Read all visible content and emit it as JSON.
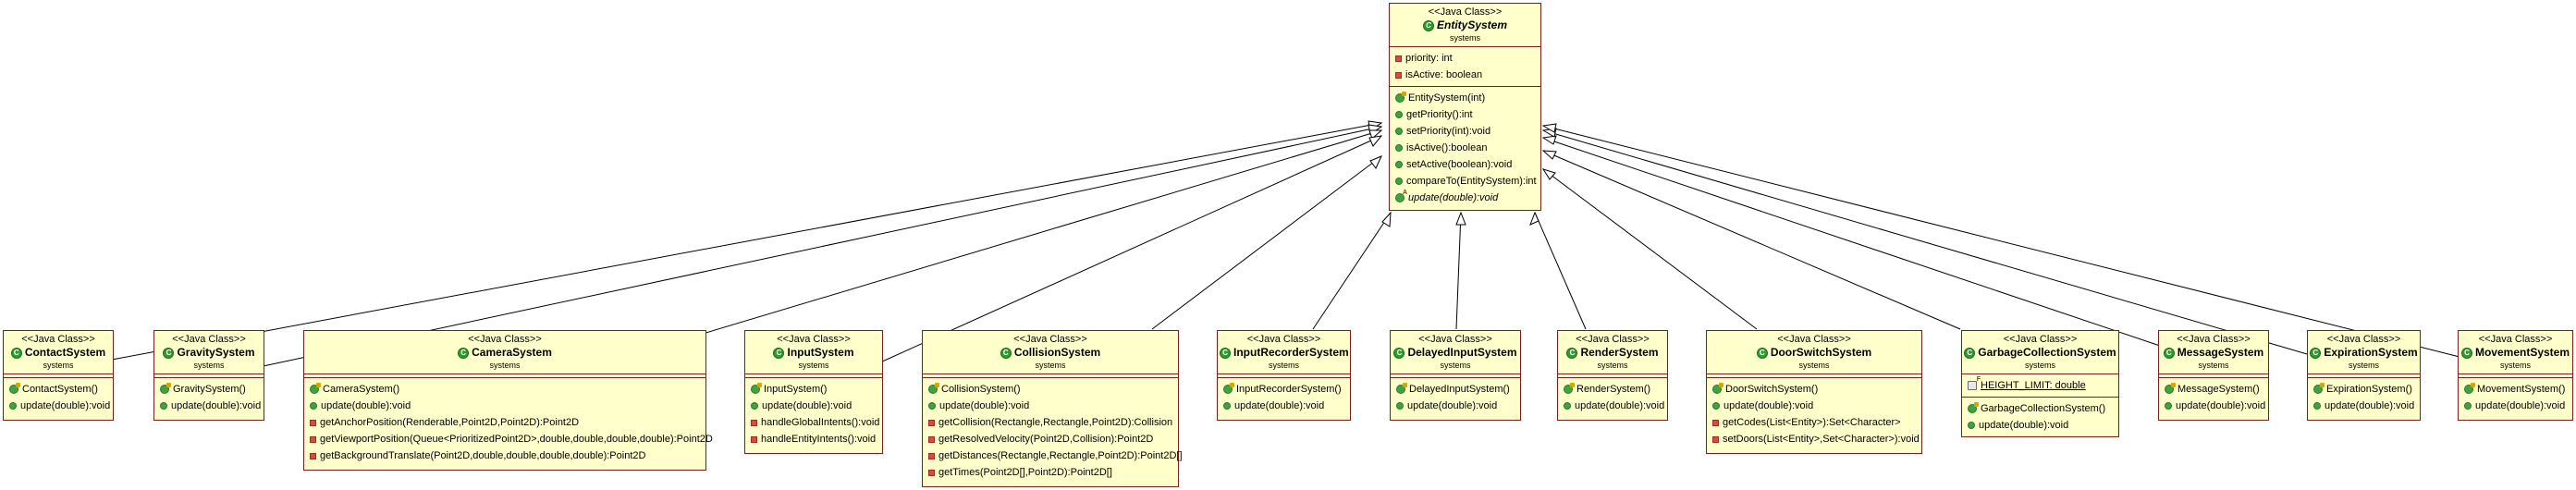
{
  "diagram": {
    "entity": {
      "stereotype": "<<Java Class>>",
      "name": "EntitySystem",
      "package": "systems",
      "fields": [
        "priority: int",
        "isActive: boolean"
      ],
      "methods": [
        "EntitySystem(int)",
        "getPriority():int",
        "setPriority(int):void",
        "isActive():boolean",
        "setActive(boolean):void",
        "compareTo(EntitySystem):int",
        "update(double):void"
      ]
    },
    "contact": {
      "stereotype": "<<Java Class>>",
      "name": "ContactSystem",
      "package": "systems",
      "methods": [
        "ContactSystem()",
        "update(double):void"
      ]
    },
    "gravity": {
      "stereotype": "<<Java Class>>",
      "name": "GravitySystem",
      "package": "systems",
      "methods": [
        "GravitySystem()",
        "update(double):void"
      ]
    },
    "camera": {
      "stereotype": "<<Java Class>>",
      "name": "CameraSystem",
      "package": "systems",
      "methods": [
        "CameraSystem()",
        "update(double):void",
        "getAnchorPosition(Renderable,Point2D,Point2D):Point2D",
        "getViewportPosition(Queue<PrioritizedPoint2D>,double,double,double,double):Point2D",
        "getBackgroundTranslate(Point2D,double,double,double,double):Point2D"
      ]
    },
    "input": {
      "stereotype": "<<Java Class>>",
      "name": "InputSystem",
      "package": "systems",
      "methods": [
        "InputSystem()",
        "update(double):void",
        "handleGlobalIntents():void",
        "handleEntityIntents():void"
      ]
    },
    "collision": {
      "stereotype": "<<Java Class>>",
      "name": "CollisionSystem",
      "package": "systems",
      "methods": [
        "CollisionSystem()",
        "update(double):void",
        "getCollision(Rectangle,Rectangle,Point2D):Collision",
        "getResolvedVelocity(Point2D,Collision):Point2D",
        "getDistances(Rectangle,Rectangle,Point2D):Point2D[]",
        "getTimes(Point2D[],Point2D):Point2D[]"
      ]
    },
    "inputRecorder": {
      "stereotype": "<<Java Class>>",
      "name": "InputRecorderSystem",
      "package": "systems",
      "methods": [
        "InputRecorderSystem()",
        "update(double):void"
      ]
    },
    "delayedInput": {
      "stereotype": "<<Java Class>>",
      "name": "DelayedInputSystem",
      "package": "systems",
      "methods": [
        "DelayedInputSystem()",
        "update(double):void"
      ]
    },
    "render": {
      "stereotype": "<<Java Class>>",
      "name": "RenderSystem",
      "package": "systems",
      "methods": [
        "RenderSystem()",
        "update(double):void"
      ]
    },
    "doorSwitch": {
      "stereotype": "<<Java Class>>",
      "name": "DoorSwitchSystem",
      "package": "systems",
      "methods": [
        "DoorSwitchSystem()",
        "update(double):void",
        "getCodes(List<Entity>):Set<Character>",
        "setDoors(List<Entity>,Set<Character>):void"
      ]
    },
    "garbage": {
      "stereotype": "<<Java Class>>",
      "name": "GarbageCollectionSystem",
      "package": "systems",
      "fields": [
        "HEIGHT_LIMIT: double"
      ],
      "methods": [
        "GarbageCollectionSystem()",
        "update(double):void"
      ]
    },
    "message": {
      "stereotype": "<<Java Class>>",
      "name": "MessageSystem",
      "package": "systems",
      "methods": [
        "MessageSystem()",
        "update(double):void"
      ]
    },
    "expiration": {
      "stereotype": "<<Java Class>>",
      "name": "ExpirationSystem",
      "package": "systems",
      "methods": [
        "ExpirationSystem()",
        "update(double):void"
      ]
    },
    "movement": {
      "stereotype": "<<Java Class>>",
      "name": "MovementSystem",
      "package": "systems",
      "methods": [
        "MovementSystem()",
        "update(double):void"
      ]
    },
    "colors": {
      "box_fill": "#ffffcc",
      "border": "#7a1f1f",
      "edge": "#000000"
    }
  }
}
